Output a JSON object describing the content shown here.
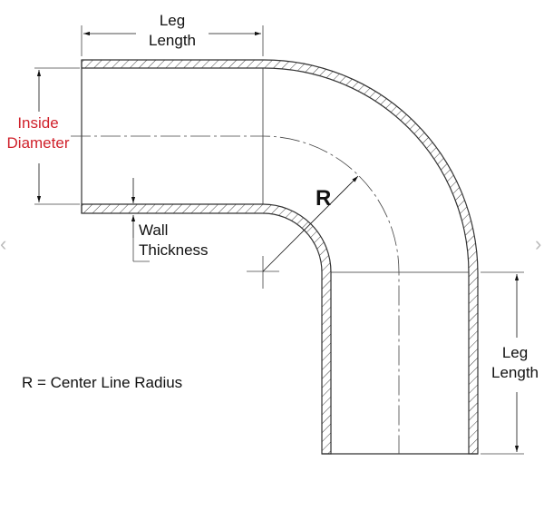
{
  "labels": {
    "top_leg_line1": "Leg",
    "top_leg_line2": "Length",
    "inside_line1": "Inside",
    "inside_line2": "Diameter",
    "wall_line1": "Wall",
    "wall_line2": "Thickness",
    "radius_symbol": "R",
    "right_leg_line1": "Leg",
    "right_leg_line2": "Length",
    "legend": "R = Center Line Radius"
  },
  "nav": {
    "prev": "‹",
    "next": "›"
  },
  "colors": {
    "accent": "#d0212b",
    "line": "#333333"
  }
}
